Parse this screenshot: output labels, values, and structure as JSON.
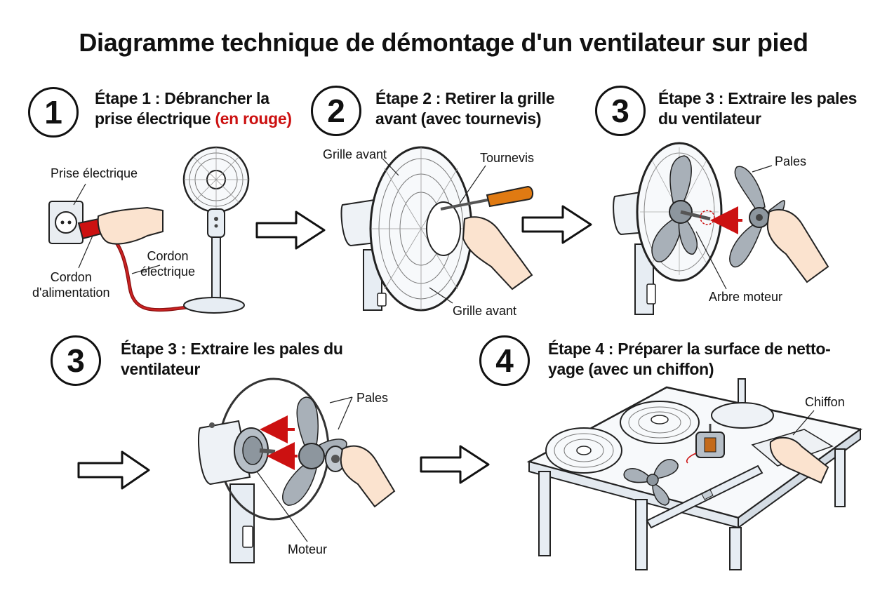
{
  "title": "Diagramme technique de démontage d'un ventilateur sur pied",
  "steps": [
    {
      "number": "1",
      "line1": "Étape 1 : Débrancher la",
      "line2a": "prise électrique ",
      "line2b": "(en rouge)"
    },
    {
      "number": "2",
      "line1": "Étape 2 : Retirer la grille",
      "line2": "avant (avec tournevis)"
    },
    {
      "number": "3",
      "line1": "Étape 3 : Extraire les pales",
      "line2": "du ventilateur"
    },
    {
      "number": "3",
      "line1": "Étape 3 : Extraire les pales du",
      "line2": "ventilateur"
    },
    {
      "number": "4",
      "line1": "Étape 4 : Préparer la surface de netto-",
      "line2": "yage (avec un chiffon)"
    }
  ],
  "labels": {
    "prise": "Prise électrique",
    "cordon_elec_1": "Cordon",
    "cordon_elec_2": "électrique",
    "cordon_alim_1": "Cordon",
    "cordon_alim_2": "d'alimentation",
    "grille_avant_top": "Grille avant",
    "tournevis": "Tournevis",
    "grille_avant_bottom": "Grille avant",
    "pales_3a": "Pales",
    "arbre_moteur": "Arbre moteur",
    "pales_3b": "Pales",
    "moteur": "Moteur",
    "chiffon": "Chiffon"
  },
  "colors": {
    "red": "#cc1111",
    "metal": "#dfe6ee",
    "blade": "#a8b0b8",
    "screwdriver": "#e07a12",
    "skin": "#fbe3cf"
  }
}
